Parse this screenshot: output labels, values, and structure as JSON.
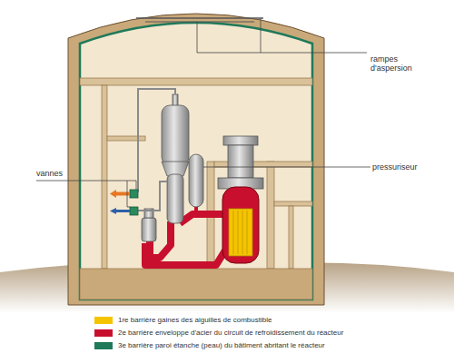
{
  "diagram": {
    "labels": [
      "rampes d'aspersion",
      "vannes",
      "pressuriseur"
    ],
    "legend": [
      {
        "text": "1re barrière gaines des aiguilles de combustible",
        "color": "#f5c400"
      },
      {
        "text": "2e barrière enveloppe d'acier du circuit de refroidissement du réacteur",
        "color": "#c8102e"
      },
      {
        "text": "3e barrière paroi étanche (peau) du bâtiment abritant le réacteur",
        "color": "#1f7a5a"
      }
    ]
  }
}
